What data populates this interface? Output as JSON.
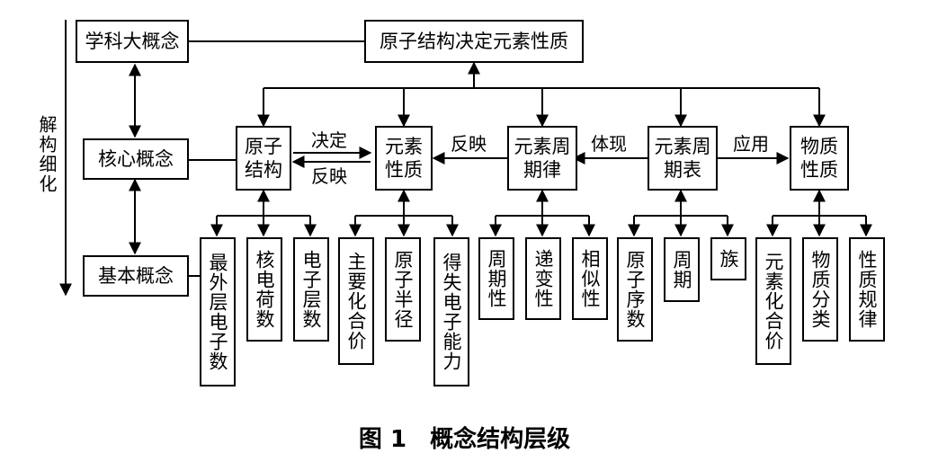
{
  "top": {
    "big_concept": "学科大概念",
    "root": "原子结构决定元素性质"
  },
  "levels": {
    "core": "核心概念",
    "basic": "基本概念"
  },
  "side_label": "解构细化",
  "core_nodes": [
    {
      "id": "n1",
      "label": "原子结构"
    },
    {
      "id": "n2",
      "label": "元素性质"
    },
    {
      "id": "n3",
      "label": "元素周期律"
    },
    {
      "id": "n4",
      "label": "元素周期表"
    },
    {
      "id": "n5",
      "label": "物质性质"
    }
  ],
  "relations": {
    "decide": "决定",
    "reflect_back": "反映",
    "reflect": "反映",
    "embody": "体现",
    "apply": "应用"
  },
  "basic_nodes": {
    "n1": [
      "最外层电子数",
      "核电荷数",
      "电子层数"
    ],
    "n2": [
      "主要化合价",
      "原子半径",
      "得失电子能力"
    ],
    "n3": [
      "周期性",
      "递变性",
      "相似性"
    ],
    "n4": [
      "原子序数",
      "周期",
      "族"
    ],
    "n5": [
      "元素化合价",
      "物质分类",
      "性质规律"
    ]
  },
  "caption": "图 1　概念结构层级"
}
